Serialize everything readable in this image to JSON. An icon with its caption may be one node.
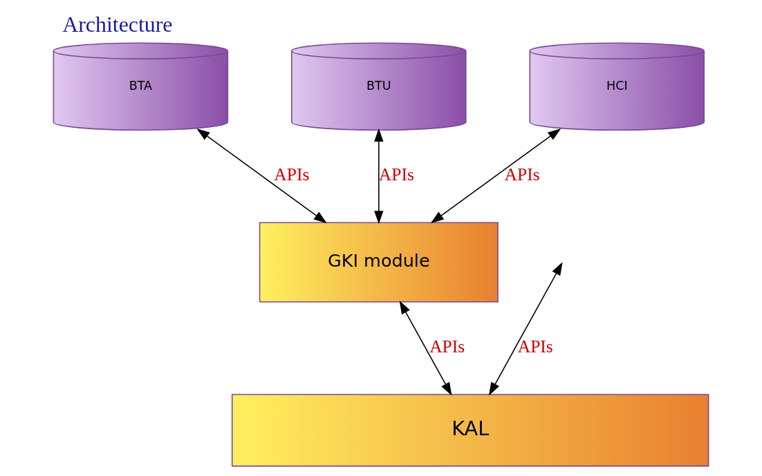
{
  "diagram": {
    "title": "Architecture",
    "nodes": [
      {
        "text": [
          "BTA"
        ]
      },
      {
        "text": [
          "BTU"
        ]
      },
      {
        "text": [
          "HCI"
        ]
      },
      {
        "text": [
          "GKI module"
        ]
      },
      {
        "text": [
          "KAL"
        ]
      }
    ],
    "edges": [
      {
        "from": 0,
        "to": 3,
        "arrow": "both",
        "label": "APIs"
      },
      {
        "from": 1,
        "to": 3,
        "arrow": "both",
        "label": "APIs"
      },
      {
        "from": 2,
        "to": 3,
        "arrow": "both",
        "label": "APIs"
      },
      {
        "from": 3,
        "to": 4,
        "arrow": "both",
        "label": "APIs"
      },
      {
        "from": null,
        "to": 4,
        "arrow": "both",
        "label": "APIs"
      }
    ]
  }
}
